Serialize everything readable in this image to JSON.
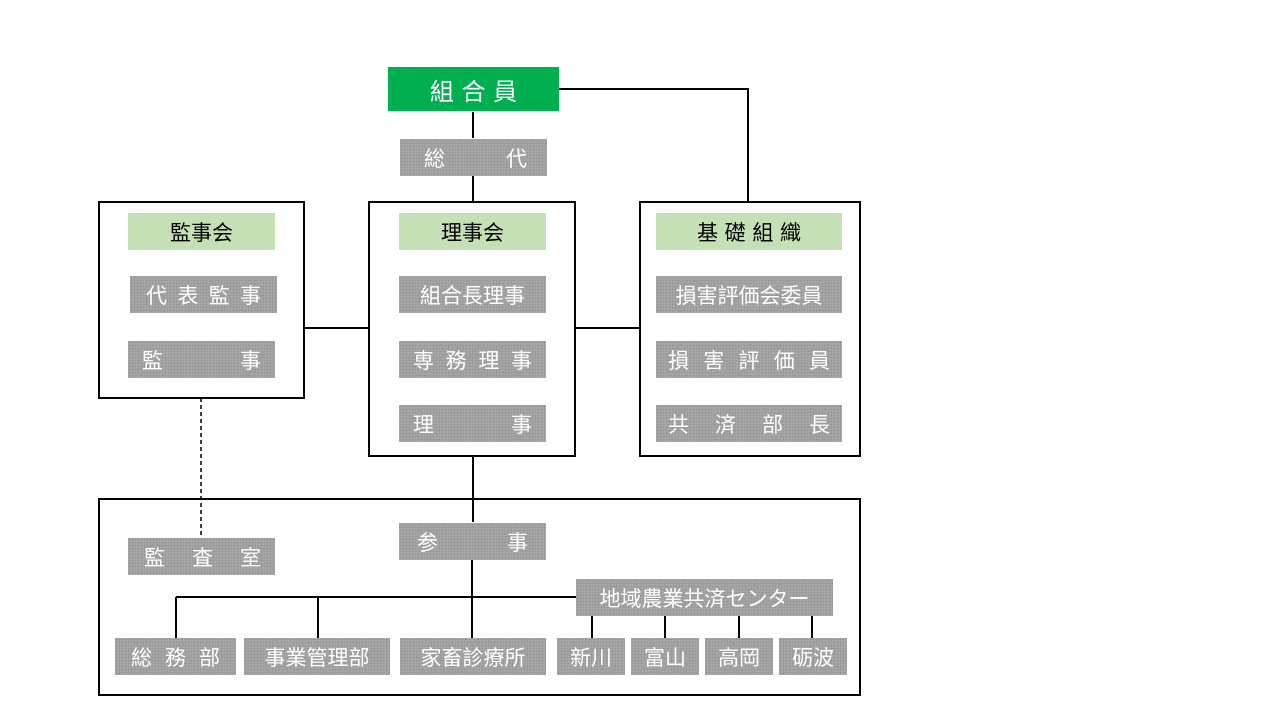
{
  "top": {
    "label": "組 合 員"
  },
  "general_meeting": {
    "chars": [
      "総",
      "代"
    ]
  },
  "auditors": {
    "title": "監事会",
    "items": [
      {
        "label": "代表監事",
        "chars": [
          "代",
          "表",
          "監",
          "事"
        ]
      },
      {
        "label": "監事",
        "chars": [
          "監",
          "事"
        ]
      }
    ]
  },
  "board": {
    "title": "理事会",
    "items": [
      {
        "label": "組合長理事"
      },
      {
        "label": "専務理事",
        "chars": [
          "専",
          "務",
          "理",
          "事"
        ]
      },
      {
        "label": "理事",
        "chars": [
          "理",
          "事"
        ]
      }
    ]
  },
  "basic_org": {
    "title": "基 礎 組 織",
    "items": [
      {
        "label": "損害評価会委員"
      },
      {
        "label": "損害評価員",
        "chars": [
          "損",
          "害",
          "評",
          "価",
          "員"
        ]
      },
      {
        "label": "共済部長",
        "chars": [
          "共",
          "済",
          "部",
          "長"
        ]
      }
    ]
  },
  "office": {
    "counselor_chars": [
      "参",
      "事"
    ],
    "audit_room_chars": [
      "監",
      "査",
      "室"
    ],
    "center": "地域農業共済センター",
    "departments": [
      {
        "label": "総務部",
        "chars": [
          "総",
          "務",
          "部"
        ]
      },
      {
        "label": "事業管理部"
      },
      {
        "label": "家畜診療所"
      }
    ],
    "branches": [
      "新川",
      "富山",
      "高岡",
      "砺波"
    ]
  }
}
